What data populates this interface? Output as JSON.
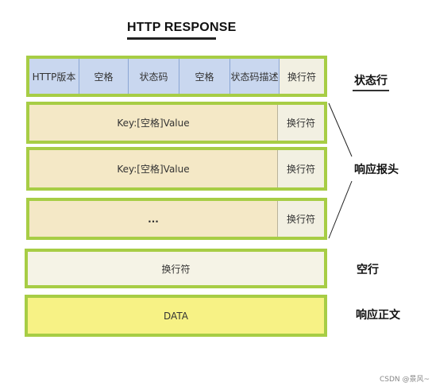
{
  "title": "HTTP RESPONSE",
  "status_line": {
    "cells": [
      "HTTP版本",
      "空格",
      "状态码",
      "空格",
      "状态码描述"
    ],
    "crlf": "换行符",
    "label": "状态行"
  },
  "headers": {
    "rows": [
      {
        "text": "Key:[空格]Value",
        "crlf": "换行符"
      },
      {
        "text": "Key:[空格]Value",
        "crlf": "换行符"
      },
      {
        "text": "...",
        "crlf": "换行符"
      }
    ],
    "label": "响应报头"
  },
  "blank_line": {
    "text": "换行符",
    "label": "空行"
  },
  "body": {
    "text": "DATA",
    "label": "响应正文"
  },
  "watermark": "CSDN @景风~",
  "colors": {
    "border": "#a7cd45",
    "status_cell": "#c9d7ef",
    "header_cell": "#f4e8c6",
    "data_cell": "#f7f285"
  }
}
